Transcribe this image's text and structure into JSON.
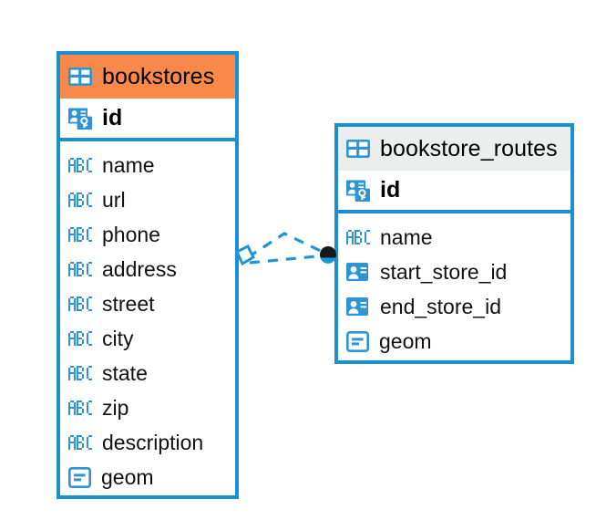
{
  "diagram": {
    "title": "database-er-diagram",
    "colors": {
      "accent_blue": "#1b90d0",
      "header_orange": "#f9894b",
      "header_grey": "#eceeed",
      "background": "#ffffff",
      "endpoint_dark": "#111111"
    }
  },
  "tables": [
    {
      "name": "bookstores",
      "header_style": "orange",
      "table_icon": "table-icon",
      "primary_key": {
        "label": "id",
        "icon": "primary-key-icon"
      },
      "fields": [
        {
          "label": "name",
          "icon": "abc-text-icon"
        },
        {
          "label": "url",
          "icon": "abc-text-icon"
        },
        {
          "label": "phone",
          "icon": "abc-text-icon"
        },
        {
          "label": "address",
          "icon": "abc-text-icon"
        },
        {
          "label": "street",
          "icon": "abc-text-icon"
        },
        {
          "label": "city",
          "icon": "abc-text-icon"
        },
        {
          "label": "state",
          "icon": "abc-text-icon"
        },
        {
          "label": "zip",
          "icon": "abc-text-icon"
        },
        {
          "label": "description",
          "icon": "abc-text-icon"
        },
        {
          "label": "geom",
          "icon": "geometry-icon"
        }
      ]
    },
    {
      "name": "bookstore_routes",
      "header_style": "grey",
      "table_icon": "table-icon",
      "primary_key": {
        "label": "id",
        "icon": "primary-key-icon"
      },
      "fields": [
        {
          "label": "name",
          "icon": "abc-text-icon"
        },
        {
          "label": "start_store_id",
          "icon": "foreign-key-icon"
        },
        {
          "label": "end_store_id",
          "icon": "foreign-key-icon"
        },
        {
          "label": "geom",
          "icon": "geometry-icon"
        }
      ]
    }
  ],
  "relationship": {
    "from_table": "bookstores",
    "to_table": "bookstore_routes",
    "left_endpoint": "diamond-endpoint-icon",
    "right_endpoint": "filled-circle-endpoint-icon",
    "line_style": "dashed"
  }
}
